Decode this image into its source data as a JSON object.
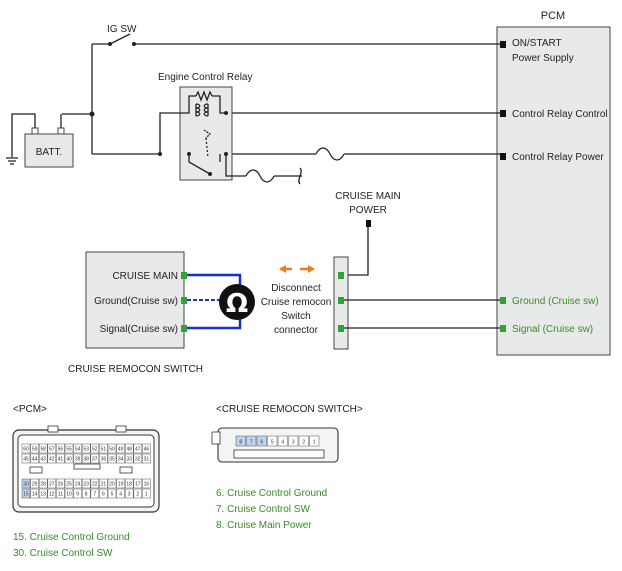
{
  "pcm": {
    "title": "PCM",
    "pins": [
      {
        "label": "ON/START",
        "label2": "Power Supply"
      },
      {
        "label": "Control Relay Control"
      },
      {
        "label": "Control Relay Power"
      },
      {
        "label": "Ground (Cruise sw)"
      },
      {
        "label": "Signal (Cruise sw)"
      }
    ]
  },
  "ig_sw": "IG SW",
  "battery": "BATT.",
  "relay": "Engine Control Relay",
  "cruise_main_power": {
    "line1": "CRUISE MAIN",
    "line2": "POWER"
  },
  "disconnect_note": {
    "line1": "Disconnect",
    "line2": "Cruise remocon",
    "line3": "Switch",
    "line4": "connector"
  },
  "switch_box": {
    "pins": [
      "CRUISE MAIN",
      "Ground(Cruise sw)",
      "Signal(Cruise sw)"
    ],
    "caption": "CRUISE REMOCON SWITCH",
    "ohm_symbol": "Ω"
  },
  "connectors": {
    "pcm_title": "<PCM>",
    "switch_title": "<CRUISE REMOCON SWITCH>",
    "pcm_pins": [
      [
        "60",
        "59",
        "58",
        "57",
        "56",
        "55",
        "54",
        "53",
        "52",
        "51",
        "50",
        "49",
        "48",
        "47",
        "46"
      ],
      [
        "45",
        "44",
        "43",
        "42",
        "41",
        "40",
        "39",
        "38",
        "37",
        "36",
        "35",
        "34",
        "33",
        "32",
        "31"
      ],
      [
        "30",
        "29",
        "28",
        "27",
        "26",
        "25",
        "24",
        "23",
        "22",
        "21",
        "20",
        "19",
        "18",
        "17",
        "16"
      ],
      [
        "15",
        "14",
        "13",
        "12",
        "11",
        "10",
        "9",
        "8",
        "7",
        "6",
        "5",
        "4",
        "3",
        "2",
        "1"
      ]
    ],
    "switch_pins": [
      "8",
      "7",
      "6",
      "5",
      "4",
      "3",
      "2",
      "1"
    ],
    "pcm_legend": [
      "15. Cruise Control Ground",
      "30. Cruise Control SW"
    ],
    "switch_legend": [
      "6. Cruise Control Ground",
      "7. Cruise Control SW",
      "8. Cruise Main Power"
    ]
  },
  "colors": {
    "wire": "#222222",
    "blue_wire": "#1a2fd0",
    "arrow": "#f07a1a",
    "pin_green": "#2fa33a",
    "legend_green": "#3a8a2a",
    "box_fill": "#e8eaea"
  }
}
